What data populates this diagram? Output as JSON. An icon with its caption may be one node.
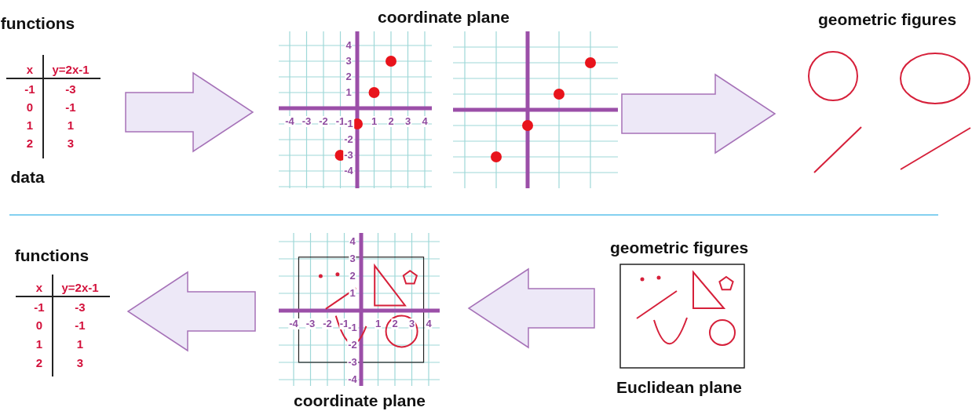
{
  "diagram": {
    "nodes": [
      {
        "text": [
          "functions"
        ],
        "beside": [
          "data"
        ]
      },
      {
        "text": [
          "coordinate plane"
        ]
      },
      {
        "text": [
          "geometric figures"
        ]
      },
      {
        "text": [
          "functions"
        ]
      },
      {
        "text": [
          "coordinate plane"
        ]
      },
      {
        "text": [
          "geometric figures",
          "Euclidean plane"
        ]
      }
    ],
    "edges": [
      {
        "from": 0,
        "to": 1,
        "arrow": "to"
      },
      {
        "from": 1,
        "to": 2,
        "arrow": "to"
      },
      {
        "from": 5,
        "to": 4,
        "arrow": "to"
      },
      {
        "from": 4,
        "to": 3,
        "arrow": "to"
      }
    ],
    "labels": [
      "x",
      "y=2x-1",
      "-1",
      "-3",
      "0",
      "-1",
      "1",
      "1",
      "2",
      "3",
      "4",
      "3",
      "2",
      "1",
      "-4",
      "-3",
      "-2",
      "-1",
      "-1",
      "1",
      "2",
      "3",
      "4",
      "-2",
      "-3",
      "-4",
      "x",
      "y=2x-1",
      "-1",
      "-3",
      "0",
      "-1",
      "1",
      "1",
      "2",
      "3",
      "4",
      "3",
      "2",
      "1",
      "-4",
      "-3",
      "-2",
      "-1",
      "-1",
      "1",
      "2",
      "3",
      "4",
      "-2",
      "-3",
      "-4"
    ]
  }
}
